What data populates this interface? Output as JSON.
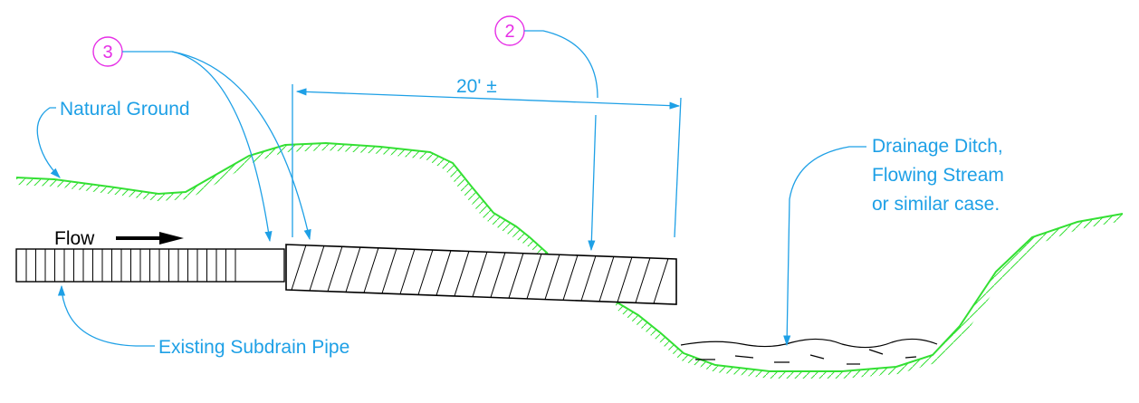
{
  "labels": {
    "natural_ground": "Natural Ground",
    "flow": "Flow",
    "dimension": "20' ±",
    "ditch_line1": "Drainage Ditch,",
    "ditch_line2": "Flowing Stream",
    "ditch_line3": "or similar case.",
    "existing_pipe": "Existing Subdrain Pipe"
  },
  "callouts": {
    "left": "3",
    "right": "2"
  },
  "colors": {
    "label": "#1ea0e6",
    "leader": "#1ea0e6",
    "callout": "#e62fe6",
    "ground": "#33e033",
    "line": "#000000"
  }
}
